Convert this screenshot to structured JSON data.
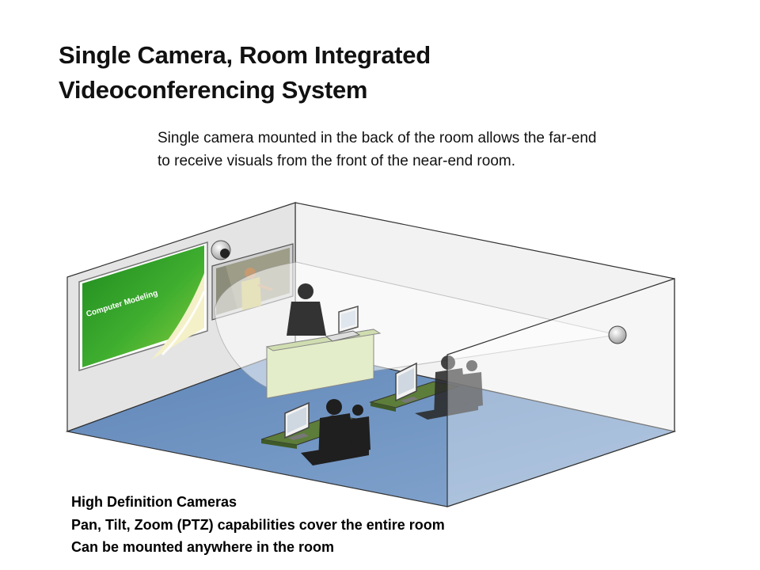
{
  "title_lines": [
    "Single Camera, Room Integrated",
    "Videoconferencing System"
  ],
  "subtitle_lines": [
    "Single camera mounted in the back of the room allows the far-end",
    "to receive visuals from the front of the near-end room."
  ],
  "screen_text": "Computer Modeling",
  "features": [
    "High Definition Cameras",
    "Pan, Tilt, Zoom (PTZ) capabilities cover the entire room",
    "Can be mounted anywhere in the room"
  ],
  "colors": {
    "floor": "#6f93c0",
    "wall": "#e6e6e6",
    "slide_green": "#2e9a2e",
    "desk": "#e2eccb",
    "table_top": "#5a7a3a",
    "silhouette": "#222222"
  }
}
